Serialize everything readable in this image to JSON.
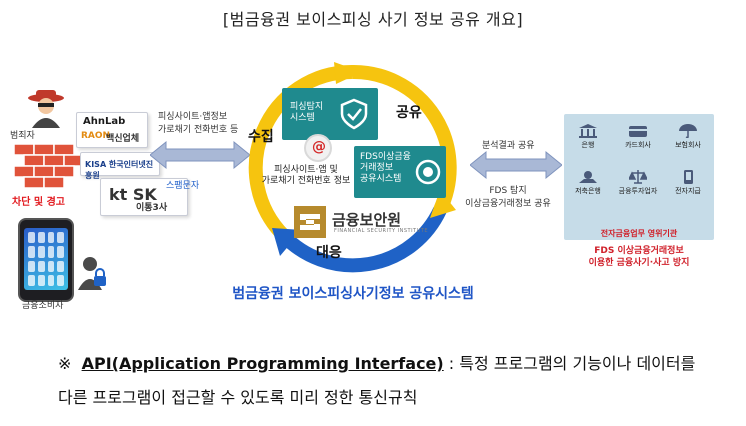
{
  "title": "[범금융권 보이스피싱 사기 정보 공유 개요]",
  "left": {
    "criminal_label": "범죄자",
    "block_label": "차단 및 경고",
    "consumer_label": "금융소비자",
    "ahnlab": "AhnLab",
    "raon": "RAON",
    "vaccine_label": "백신업체",
    "kisa": "KISA 한국인터넷진흥원",
    "telecom_logos": "kt SK",
    "telecom_label": "이통3사",
    "spam_label": "스팸문자",
    "arrow_text_1": "피싱사이트·앱정보",
    "arrow_text_2": "가로채기 전화번호 등"
  },
  "center": {
    "phish_box": "피싱탐지\n시스템",
    "fds_box": "FDS이상금융\n거래정보\n공유시스템",
    "center_text": "피싱사이트·앱 및\n가로채기 전화번호 정보",
    "collect": "수집",
    "share": "공유",
    "respond": "대응",
    "fsi_name": "금융보안원",
    "fsi_sub": "FINANCIAL SECURITY INSTITUTE",
    "system_title": "범금융권 보이스피싱사기정보 공유시스템",
    "ring_colors": {
      "yellow": "#f6c40f",
      "blue": "#1f62c6"
    }
  },
  "right": {
    "analysis_text": "분석결과 공유",
    "fds_detect_1": "FDS 탐지",
    "fds_detect_2": "이상금융거래정보 공유",
    "institutions": [
      "은행",
      "카드회사",
      "보험회사",
      "저축은행",
      "금융투자업자",
      "전자지급"
    ],
    "panel_label": "전자금융업무 영위기관",
    "fds_red_1": "FDS 이상금융거래정보",
    "fds_red_2": "이용한 금융사기·사고 방지"
  },
  "footnote": {
    "mark": "※",
    "api": "API(Application Programming Interface)",
    "line1_rest": " : 특정 프로그램의 기능이나 데이터를",
    "line2": "다른 프로그램이 접근할 수 있도록 미리 정한 통신규칙"
  }
}
